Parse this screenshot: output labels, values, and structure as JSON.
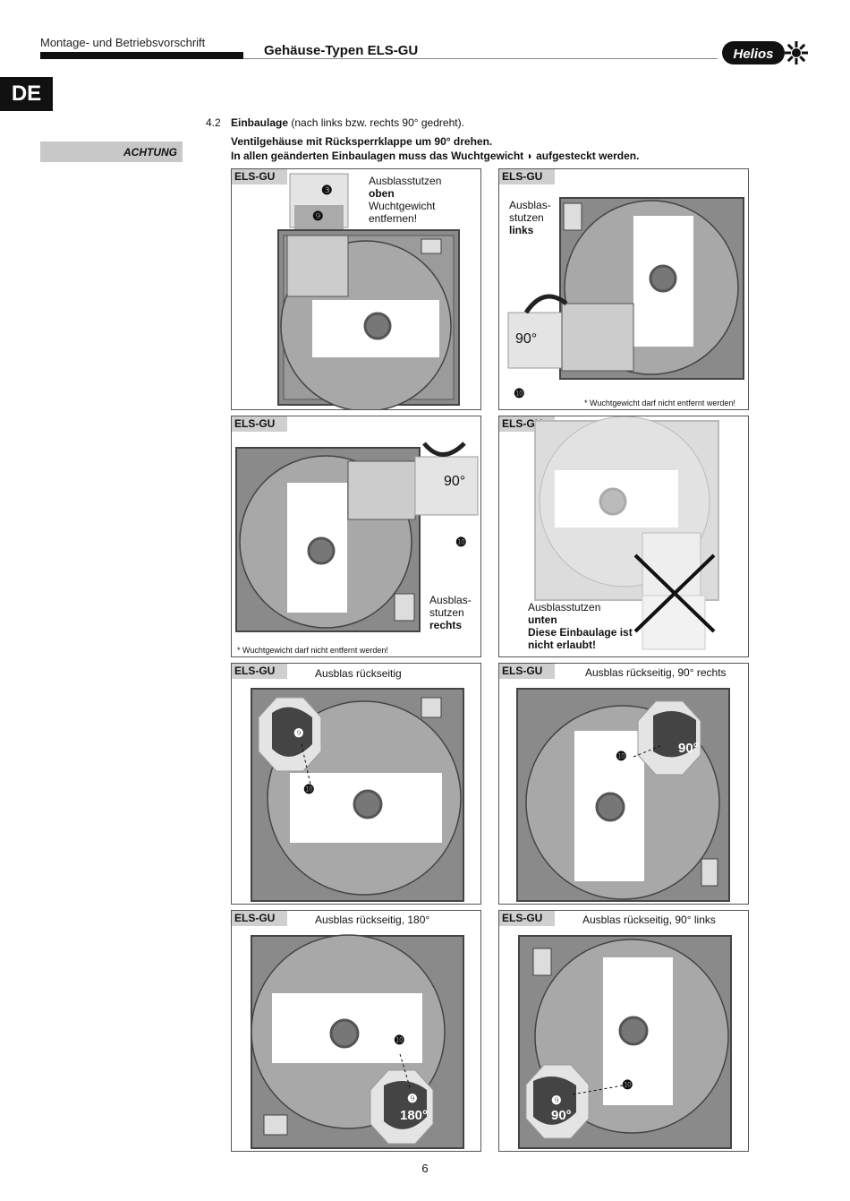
{
  "header": {
    "doc_type": "Montage- und Betriebsvorschrift",
    "title": "Gehäuse-Typen ELS-GU",
    "logo_text": "Helios"
  },
  "lang_tab": "DE",
  "section": {
    "number": "4.2",
    "title_bold": "Einbaulage",
    "title_rest": " (nach links bzw. rechts 90° gedreht).",
    "warning_label": "ACHTUNG",
    "instruction_line1": "Ventilgehäuse mit Rücksperrklappe um 90° drehen.",
    "instruction_line2": "In allen geänderten Einbaulagen muss das Wuchtgewicht ◗ aufgesteckt werden."
  },
  "panels": [
    {
      "tag": "ELS-GU",
      "caption_lines": [
        "Ausblasstutzen",
        "oben",
        "Wuchtgewicht",
        "entfernen!"
      ],
      "markers": [
        "❸",
        "❾"
      ]
    },
    {
      "tag": "ELS-GU",
      "caption_lines": [
        "Ausblas-",
        "stutzen",
        "links"
      ],
      "angle": "90°",
      "markers": [
        "❿"
      ],
      "note": "* Wuchtgewicht darf nicht entfernt werden!"
    },
    {
      "tag": "ELS-GU",
      "caption_lines": [
        "Ausblas-",
        "stutzen",
        "rechts"
      ],
      "angle": "90°",
      "markers": [
        "❿"
      ],
      "note": "* Wuchtgewicht darf nicht entfernt werden!"
    },
    {
      "tag": "ELS-GU",
      "caption_lines": [
        "Ausblasstutzen",
        "unten",
        "Diese Einbaulage ist",
        "nicht erlaubt!"
      ]
    },
    {
      "tag": "ELS-GU",
      "caption_lines": [
        "Ausblas rückseitig"
      ],
      "markers": [
        "❾",
        "❿"
      ]
    },
    {
      "tag": "ELS-GU",
      "caption_lines": [
        "Ausblas rückseitig, 90° rechts"
      ],
      "angle": "90°",
      "markers": [
        "❿"
      ]
    },
    {
      "tag": "ELS-GU",
      "caption_lines": [
        "Ausblas rückseitig, 180°"
      ],
      "angle": "180°",
      "markers": [
        "❿",
        "❾"
      ]
    },
    {
      "tag": "ELS-GU",
      "caption_lines": [
        "Ausblas rückseitig, 90° links"
      ],
      "angle": "90°",
      "markers": [
        "❿",
        "❾"
      ]
    }
  ],
  "page_number": "6"
}
